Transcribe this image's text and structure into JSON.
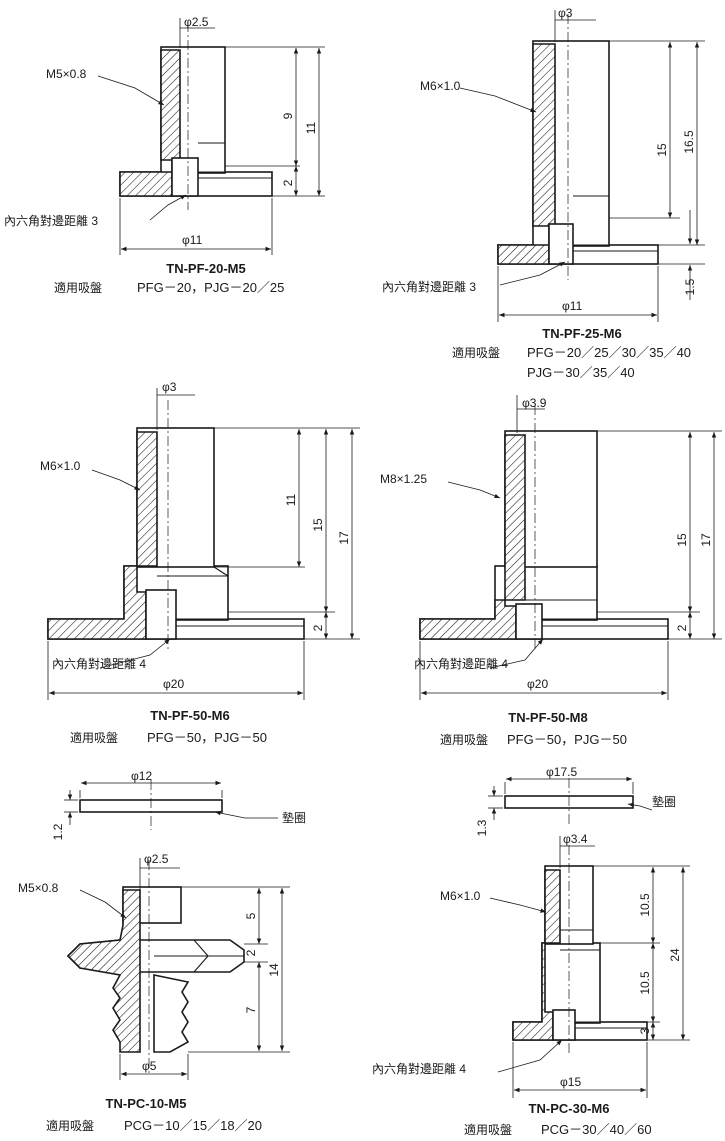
{
  "parts": [
    {
      "name": "TN-PF-20-M5",
      "thread": "M5×0.8",
      "bore": "φ2.5",
      "flange_dia": "φ11",
      "dims": [
        "9",
        "11",
        "2"
      ],
      "hex_note": "內六角對邊距離 3",
      "cups_label": "適用吸盤",
      "cups": [
        "PFG－20，PJG－20／25"
      ]
    },
    {
      "name": "TN-PF-25-M6",
      "thread": "M6×1.0",
      "bore": "φ3",
      "flange_dia": "φ11",
      "dims": [
        "15",
        "16.5",
        "1.5"
      ],
      "hex_note": "內六角對邊距離 3",
      "cups_label": "適用吸盤",
      "cups": [
        "PFG－20／25／30／35／40",
        "PJG－30／35／40"
      ]
    },
    {
      "name": "TN-PF-50-M6",
      "thread": "M6×1.0",
      "bore": "φ3",
      "flange_dia": "φ20",
      "dims": [
        "11",
        "15",
        "17",
        "2"
      ],
      "hex_note": "內六角對邊距離 4",
      "cups_label": "適用吸盤",
      "cups": [
        "PFG－50，PJG－50"
      ]
    },
    {
      "name": "TN-PF-50-M8",
      "thread": "M8×1.25",
      "bore": "φ3.9",
      "flange_dia": "φ20",
      "dims": [
        "15",
        "17",
        "2"
      ],
      "hex_note": "內六角對邊距離 4",
      "cups_label": "適用吸盤",
      "cups": [
        "PFG－50，PJG－50"
      ]
    },
    {
      "name": "TN-PC-10-M5",
      "thread": "M5×0.8",
      "bore": "φ2.5",
      "base_dia": "φ5",
      "washer_dia": "φ12",
      "washer_thk": "1.2",
      "washer_label": "墊圈",
      "dims": [
        "5",
        "2",
        "14",
        "7"
      ],
      "cups_label": "適用吸盤",
      "cups": [
        "PCG－10／15／18／20"
      ]
    },
    {
      "name": "TN-PC-30-M6",
      "thread": "M6×1.0",
      "bore": "φ3.4",
      "flange_dia": "φ15",
      "washer_dia": "φ17.5",
      "washer_thk": "1.3",
      "washer_label": "墊圈",
      "dims": [
        "10.5",
        "24",
        "10.5",
        "3"
      ],
      "hex_note": "內六角對邊距離 4",
      "cups_label": "適用吸盤",
      "cups": [
        "PCG－30／40／60"
      ]
    }
  ]
}
